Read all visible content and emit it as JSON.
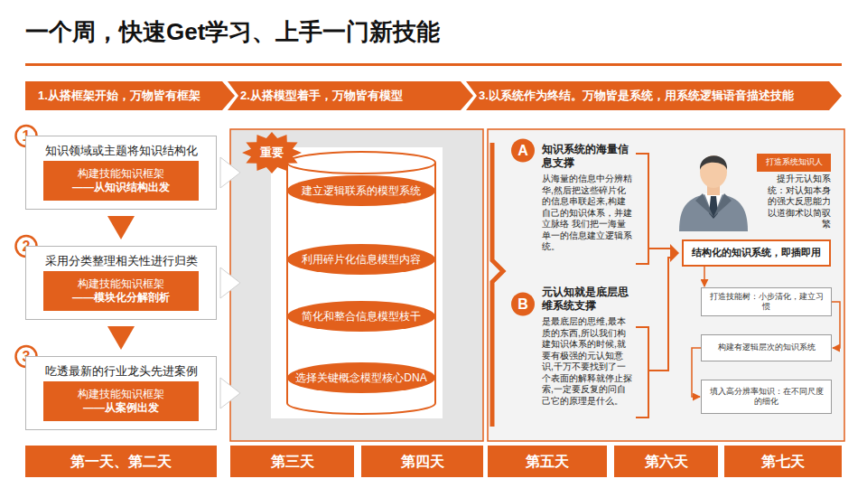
{
  "diagram": {
    "title": "一个周，快速Get学习、上手一门新技能",
    "nodes": [
      {
        "text": [
          "1.从搭框架开始，万物皆有框架"
        ]
      },
      {
        "text": [
          "2.从搭模型着手，万物皆有模型"
        ]
      },
      {
        "text": [
          "3.以系统作为终结。万物皆是系统，用系统逻辑语音描述技能"
        ]
      },
      {
        "text": [
          "1"
        ]
      },
      {
        "text": [
          "知识领域或主题将知识结构化"
        ]
      },
      {
        "text": [
          "构建技能知识框架",
          "——从知识结构出发"
        ],
        "in": 4
      },
      {
        "text": [
          "2"
        ]
      },
      {
        "text": [
          "采用分类整理相关性进行归类"
        ]
      },
      {
        "text": [
          "构建技能知识框架",
          "——模块化分解剖析"
        ],
        "in": 7
      },
      {
        "text": [
          "3"
        ]
      },
      {
        "text": [
          "吃透最新的行业龙头先进案例"
        ]
      },
      {
        "text": [
          "构建技能知识框架",
          "——从案例出发"
        ],
        "in": 10
      },
      {
        "text": [
          "重要"
        ]
      },
      {
        "text": [
          "建立逻辑联系的模型系统"
        ]
      },
      {
        "text": [
          "利用碎片化信息模型内容"
        ]
      },
      {
        "text": [
          "简化和整合信息模型枝干"
        ]
      },
      {
        "text": [
          "选择关键概念模型核心DNA"
        ]
      },
      {
        "text": [
          "A"
        ]
      },
      {
        "text": [
          "B"
        ]
      },
      {
        "text": [
          "打造系统知识人"
        ]
      },
      {
        "text": [
          "结构化的知识系统，即插即用"
        ]
      },
      {
        "text": [
          "打造技能树：小步清化，建立习惯"
        ]
      },
      {
        "text": [
          "构建有逻辑层次的知识系统"
        ]
      },
      {
        "text": [
          "填入高分辨率知识：在不同尺度的细化"
        ]
      },
      {
        "text": [
          "第一天、第二天"
        ]
      },
      {
        "text": [
          "第三天"
        ]
      },
      {
        "text": [
          "第四天"
        ]
      },
      {
        "text": [
          "第五天"
        ]
      },
      {
        "text": [
          "第六天"
        ]
      },
      {
        "text": [
          "第七天"
        ]
      }
    ],
    "edges": [
      {
        "from": 4,
        "to": 7,
        "arrow": "to"
      },
      {
        "from": 7,
        "to": 10,
        "arrow": "to"
      },
      {
        "from": 20,
        "to": 21,
        "arrow": "to"
      },
      {
        "from": 21,
        "to": 22,
        "arrow": "to"
      },
      {
        "from": 22,
        "to": 23,
        "arrow": "to"
      }
    ],
    "labels": [
      "知识系统的海量信息支撑",
      "从海量的信息中分辨精华,然后把这些碎片化的信息串联起来,构建自己的知识体系，并建立脉络 我们把一海量单一的信息建立逻辑系统。",
      "元认知就是底层思维系统支撑",
      "是最底层的思维,最本质的东西,所以我们构建知识体系的时候,就要有极强的元认知意识,千万不要找到了一个表面的解释就停止探索,一定要反复的问自己它的原理是什么。",
      "提升元认知系统：对认知本身的强大反思能力以道御术以简驭繁"
    ]
  }
}
